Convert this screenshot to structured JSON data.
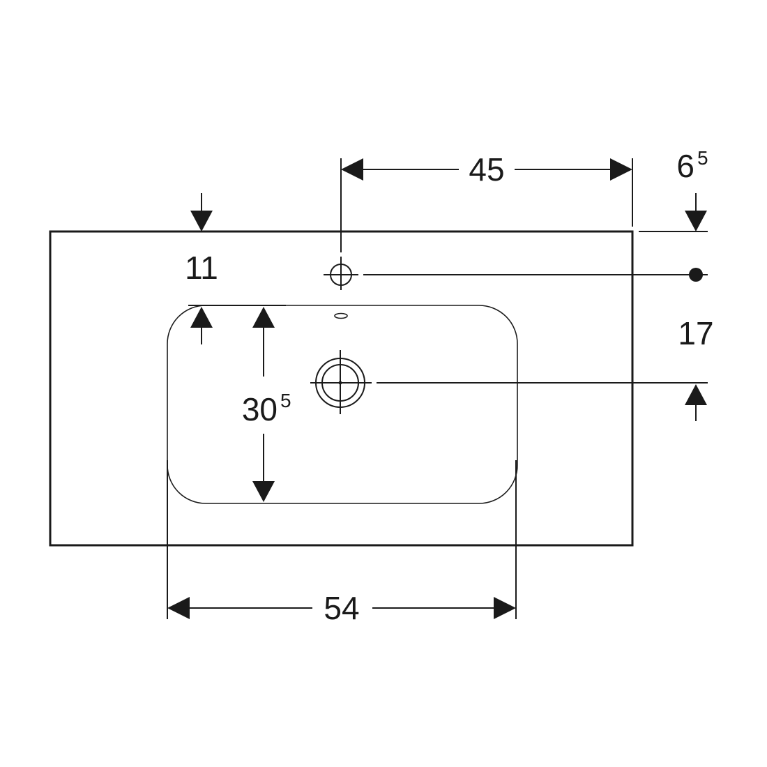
{
  "dimensions": {
    "faucet_offset": {
      "main": "45",
      "sup": ""
    },
    "edge_offset": {
      "main": "6",
      "sup": "5"
    },
    "faucet_from_top": {
      "main": "11",
      "sup": ""
    },
    "drain_from_faucet": {
      "main": "17",
      "sup": ""
    },
    "bowl_depth": {
      "main": "30",
      "sup": "5"
    },
    "bowl_width": {
      "main": "54",
      "sup": ""
    }
  }
}
